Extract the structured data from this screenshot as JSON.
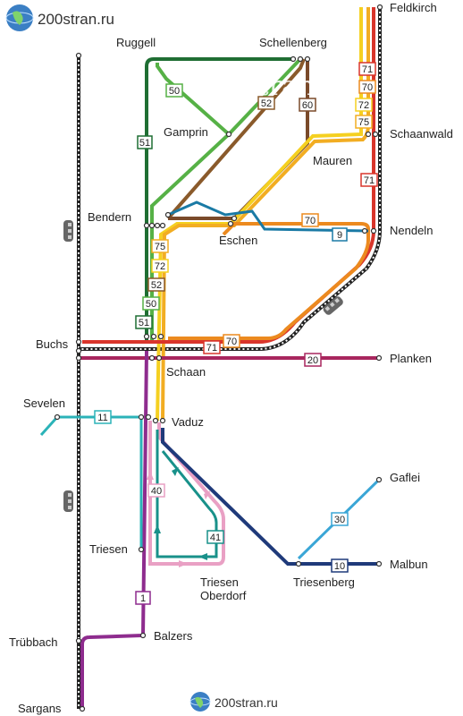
{
  "brand": {
    "top_text": "200stran.ru",
    "bottom_text": "200stran.ru",
    "watermark": "200stran.ru",
    "globe_icon": "globe-icon"
  },
  "stations": {
    "feldkirch": "Feldkirch",
    "ruggell": "Ruggell",
    "schellenberg": "Schellenberg",
    "gamprin": "Gamprin",
    "schaanwald": "Schaanwald",
    "mauren": "Mauren",
    "bendern": "Bendern",
    "eschen": "Eschen",
    "nendeln": "Nendeln",
    "buchs": "Buchs",
    "schaan": "Schaan",
    "planken": "Planken",
    "sevelen": "Sevelen",
    "vaduz": "Vaduz",
    "gaflei": "Gaflei",
    "triesen": "Triesen",
    "triesen_oberdorf_1": "Triesen",
    "triesen_oberdorf_2": "Oberdorf",
    "triesenberg": "Triesenberg",
    "malbun": "Malbun",
    "trubbach": "Trübbach",
    "balzers": "Balzers",
    "sargans": "Sargans"
  },
  "routes": {
    "r1": "1",
    "r9": "9",
    "r10": "10",
    "r11": "11",
    "r20": "20",
    "r30": "30",
    "r40": "40",
    "r41": "41",
    "r50": "50",
    "r51": "51",
    "r52": "52",
    "r60": "60",
    "r70": "70",
    "r71": "71",
    "r72": "72",
    "r75": "75"
  },
  "colors": {
    "line1": "#8e2c8e",
    "line9": "#1a7aa5",
    "line10": "#1f3a7a",
    "line11": "#2bb3b8",
    "line20": "#a8265e",
    "line30": "#3aa6d6",
    "line40": "#e9a0c4",
    "line41": "#19918a",
    "line50": "#56b146",
    "line51": "#1f6e33",
    "line52": "#8a5a2b",
    "line60": "#7a4a2a",
    "line70": "#ec8a1f",
    "line71": "#d9352b",
    "line72": "#f5d020",
    "line75": "#f2ad22",
    "rail": "#222222"
  }
}
